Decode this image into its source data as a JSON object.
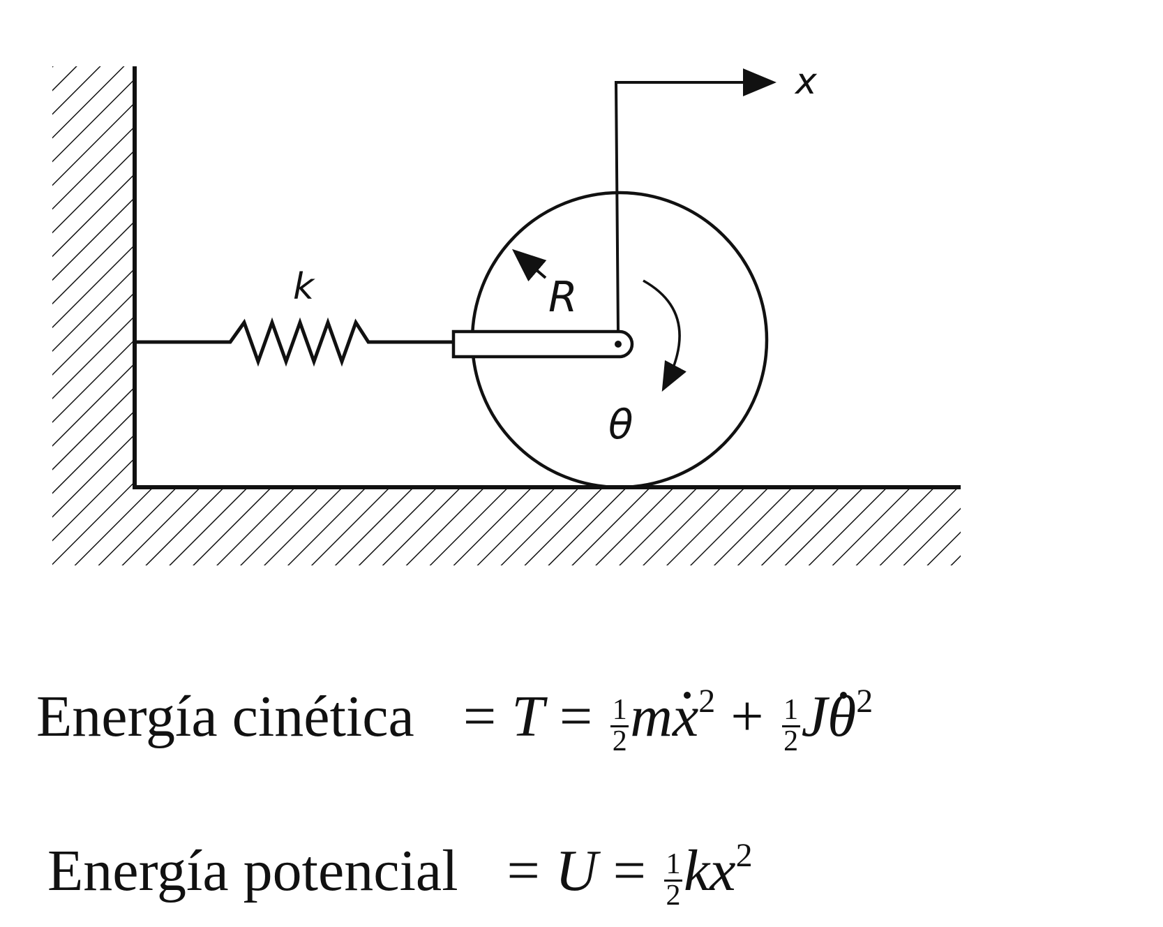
{
  "labels": {
    "spring_constant": "k",
    "radius": "R",
    "angle": "θ",
    "displacement_axis": "x"
  },
  "equations": {
    "kinetic": {
      "name": "Energía cinética",
      "eq1": "=",
      "symbol": "T",
      "eq2": "=",
      "frac_num": "1",
      "frac_den": "2",
      "term1_coef": "m",
      "term1_var": "x",
      "term1_exp": "2",
      "plus": "+",
      "frac2_num": "1",
      "frac2_den": "2",
      "term2_coef": "J",
      "term2_var": "θ",
      "term2_exp": "2"
    },
    "potential": {
      "name": "Energía potencial",
      "eq1": "=",
      "symbol": "U",
      "eq2": "=",
      "frac_num": "1",
      "frac_den": "2",
      "term_coef": "k",
      "term_var": "x",
      "term_exp": "2"
    }
  }
}
